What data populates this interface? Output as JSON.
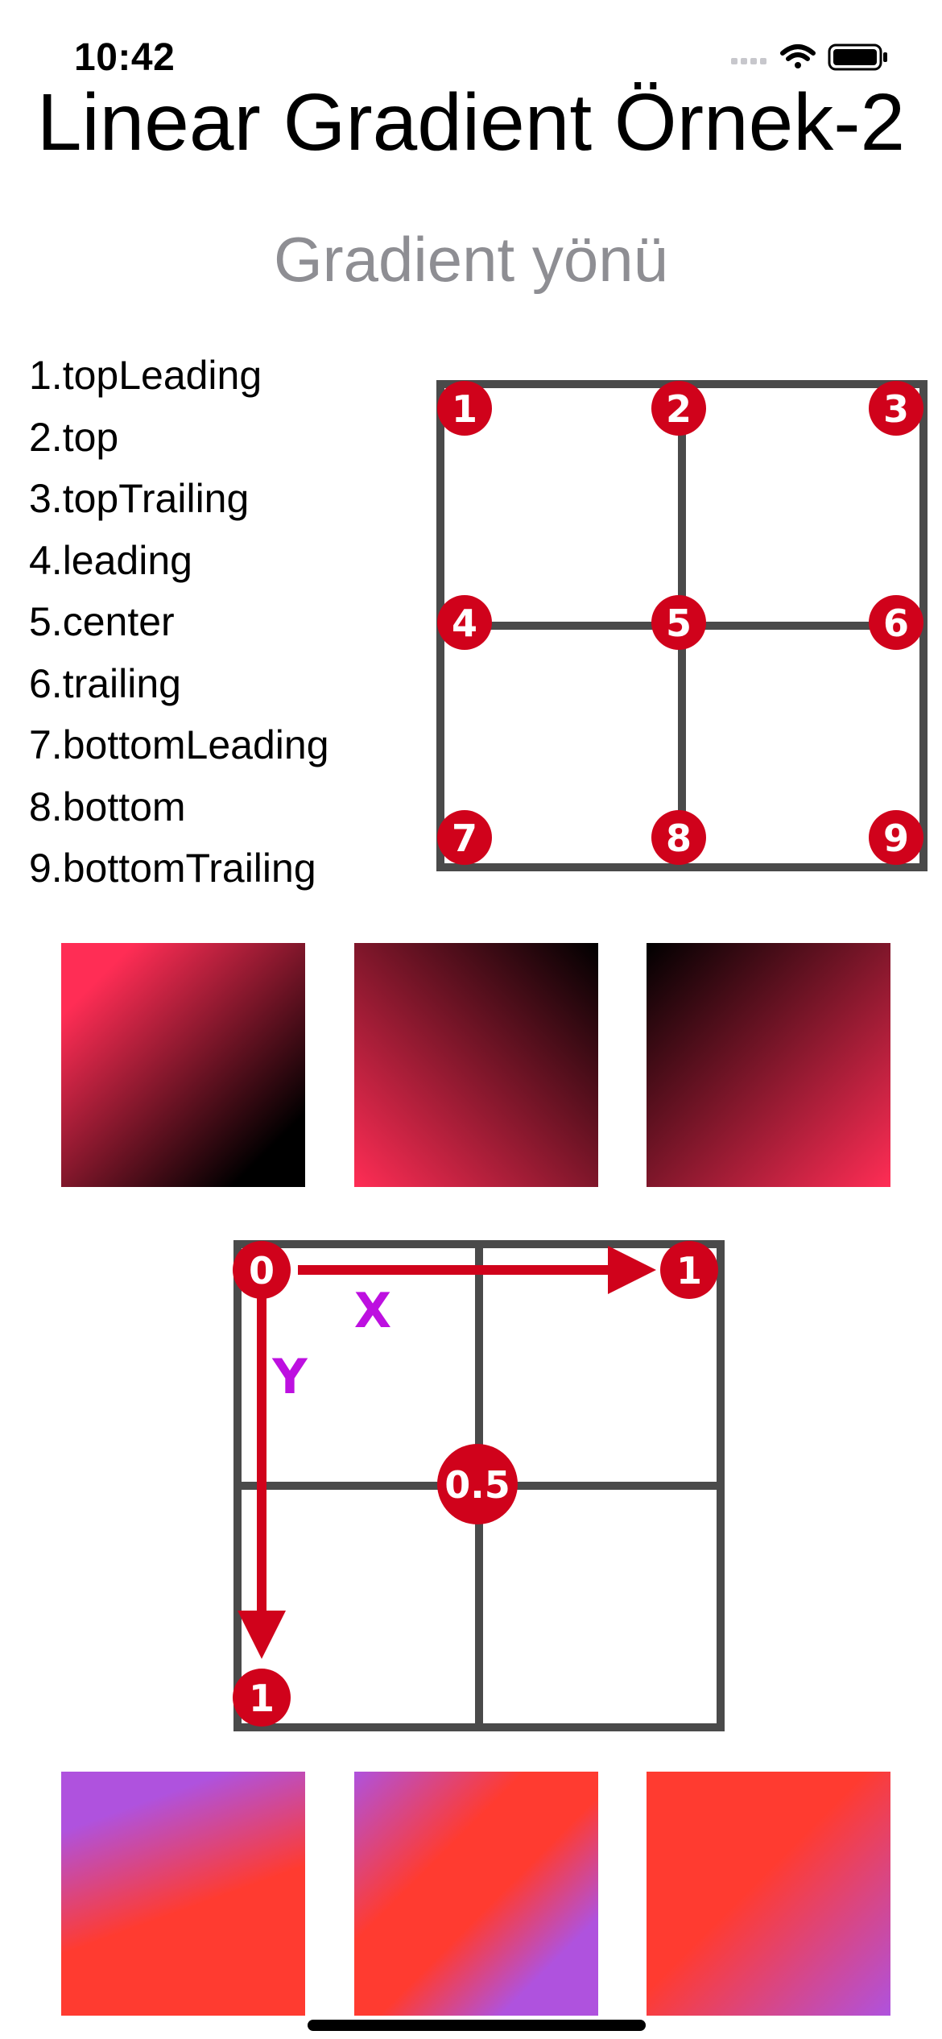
{
  "status_bar": {
    "time": "10:42"
  },
  "title": "Linear Gradient Örnek-2",
  "section_title": "Gradient yönü",
  "directions": [
    "1.topLeading",
    "2.top",
    "3.topTrailing",
    "4.leading",
    "5.center",
    "6.trailing",
    "7.bottomLeading",
    "8.bottom",
    "9.bottomTrailing"
  ],
  "grid_diagram": {
    "markers": [
      "1",
      "2",
      "3",
      "4",
      "5",
      "6",
      "7",
      "8",
      "9"
    ]
  },
  "unit_diagram": {
    "origin": "0",
    "x_end": "1",
    "y_end": "1",
    "center": "0.5",
    "x_label": "X",
    "y_label": "Y"
  },
  "colors": {
    "marker_red": "#d0021b",
    "grid_gray": "#4a4a4a",
    "axis_label_purple": "#bd10e0",
    "pink": "#ff2d55",
    "purple": "#af52de",
    "red": "#ff3b30"
  }
}
